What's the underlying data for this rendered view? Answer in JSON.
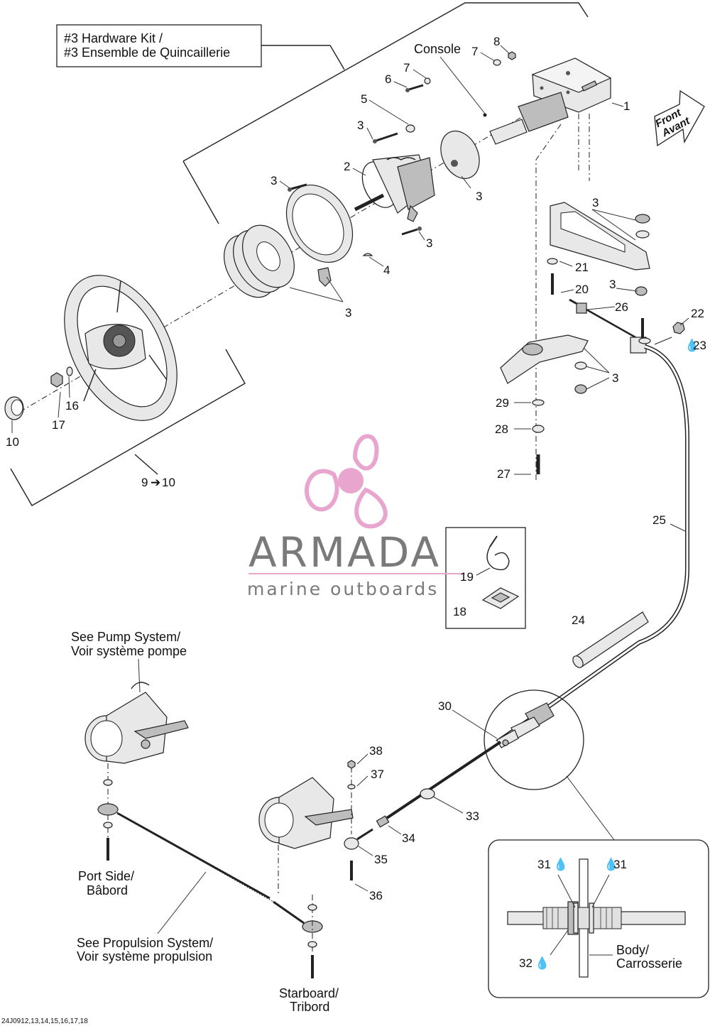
{
  "hardware_kit": {
    "line1": "#3 Hardware Kit /",
    "line2": "#3 Ensemble de Quincaillerie"
  },
  "console_label": "Console",
  "front_sign": {
    "line1": "Front",
    "line2": "Avant"
  },
  "notes": {
    "pump_line1": "See Pump System/",
    "pump_line2": "Voir système pompe",
    "port_line1": "Port Side/",
    "port_line2": "Bâbord",
    "propulsion_line1": "See Propulsion System/",
    "propulsion_line2": "Voir système propulsion",
    "starboard_line1": "Starboard/",
    "starboard_line2": "Tribord",
    "body_line1": "Body/",
    "body_line2": "Carrosserie"
  },
  "part_labels": {
    "p1": "1",
    "p2": "2",
    "p3a": "3",
    "p3b": "3",
    "p3c": "3",
    "p3d": "3",
    "p3e": "3",
    "p3f": "3",
    "p3g": "3",
    "p3h": "3",
    "p4": "4",
    "p5": "5",
    "p6": "6",
    "p7a": "7",
    "p7b": "7",
    "p8": "8",
    "p9": "9",
    "p10a": "10",
    "p10b": "10",
    "p16": "16",
    "p17": "17",
    "p18": "18",
    "p19": "19",
    "p20": "20",
    "p21": "21",
    "p22": "22",
    "p23": "23",
    "p24": "24",
    "p25": "25",
    "p26": "26",
    "p27": "27",
    "p28": "28",
    "p29": "29",
    "p30": "30",
    "p31a": "31",
    "p31b": "31",
    "p32": "32",
    "p33": "33",
    "p34": "34",
    "p35": "35",
    "p36": "36",
    "p37": "37",
    "p38": "38"
  },
  "watermark": {
    "name": "ARMADA",
    "tagline": "marine outboards",
    "accent_color": "#e8a6cf"
  },
  "footer_code": "24J0912,13,14,15,16,17,18"
}
